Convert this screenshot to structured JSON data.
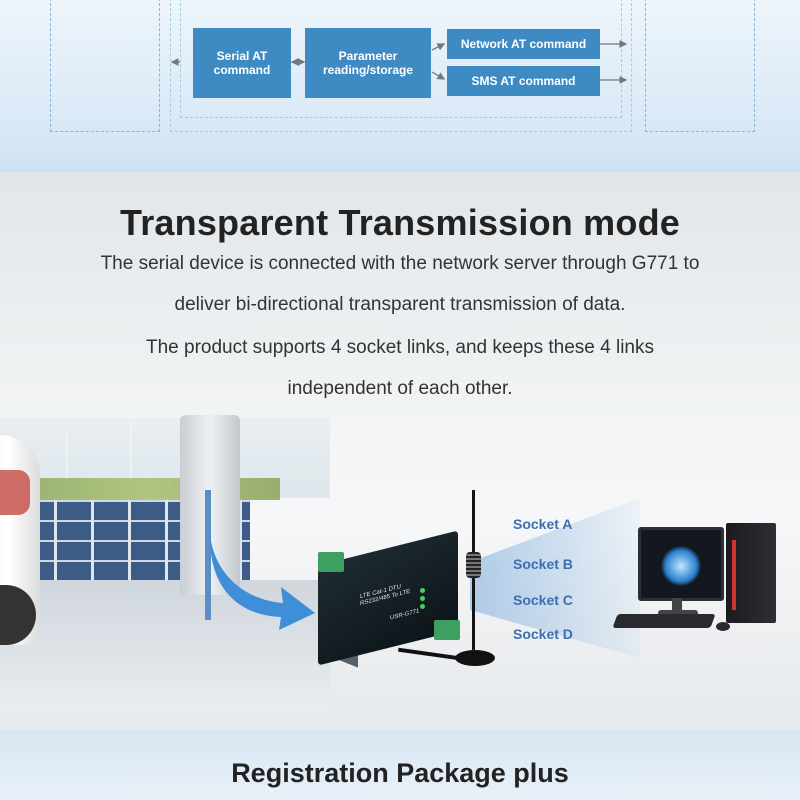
{
  "diagram": {
    "serial_at": "Serial AT\ncommand",
    "param": "Parameter\nreading/storage",
    "network_at": "Network AT command",
    "sms_at": "SMS AT command"
  },
  "section": {
    "title": "Transparent Transmission mode",
    "lines": [
      "The serial device is connected with the network server through G771 to",
      "deliver bi-directional transparent transmission of data.",
      "The product supports 4 socket links, and keeps these 4 links",
      "independent of each other."
    ]
  },
  "sockets": [
    "Socket A",
    "Socket B",
    "Socket C",
    "Socket D"
  ],
  "device": {
    "model": "USR-G771",
    "spec": "LTE Cat-1 DTU\nRS232/485 To LTE"
  },
  "footer": {
    "title": "Registration Package plus"
  },
  "colors": {
    "box_blue": "#3e8bc4",
    "socket_text": "#3b6fb0"
  }
}
